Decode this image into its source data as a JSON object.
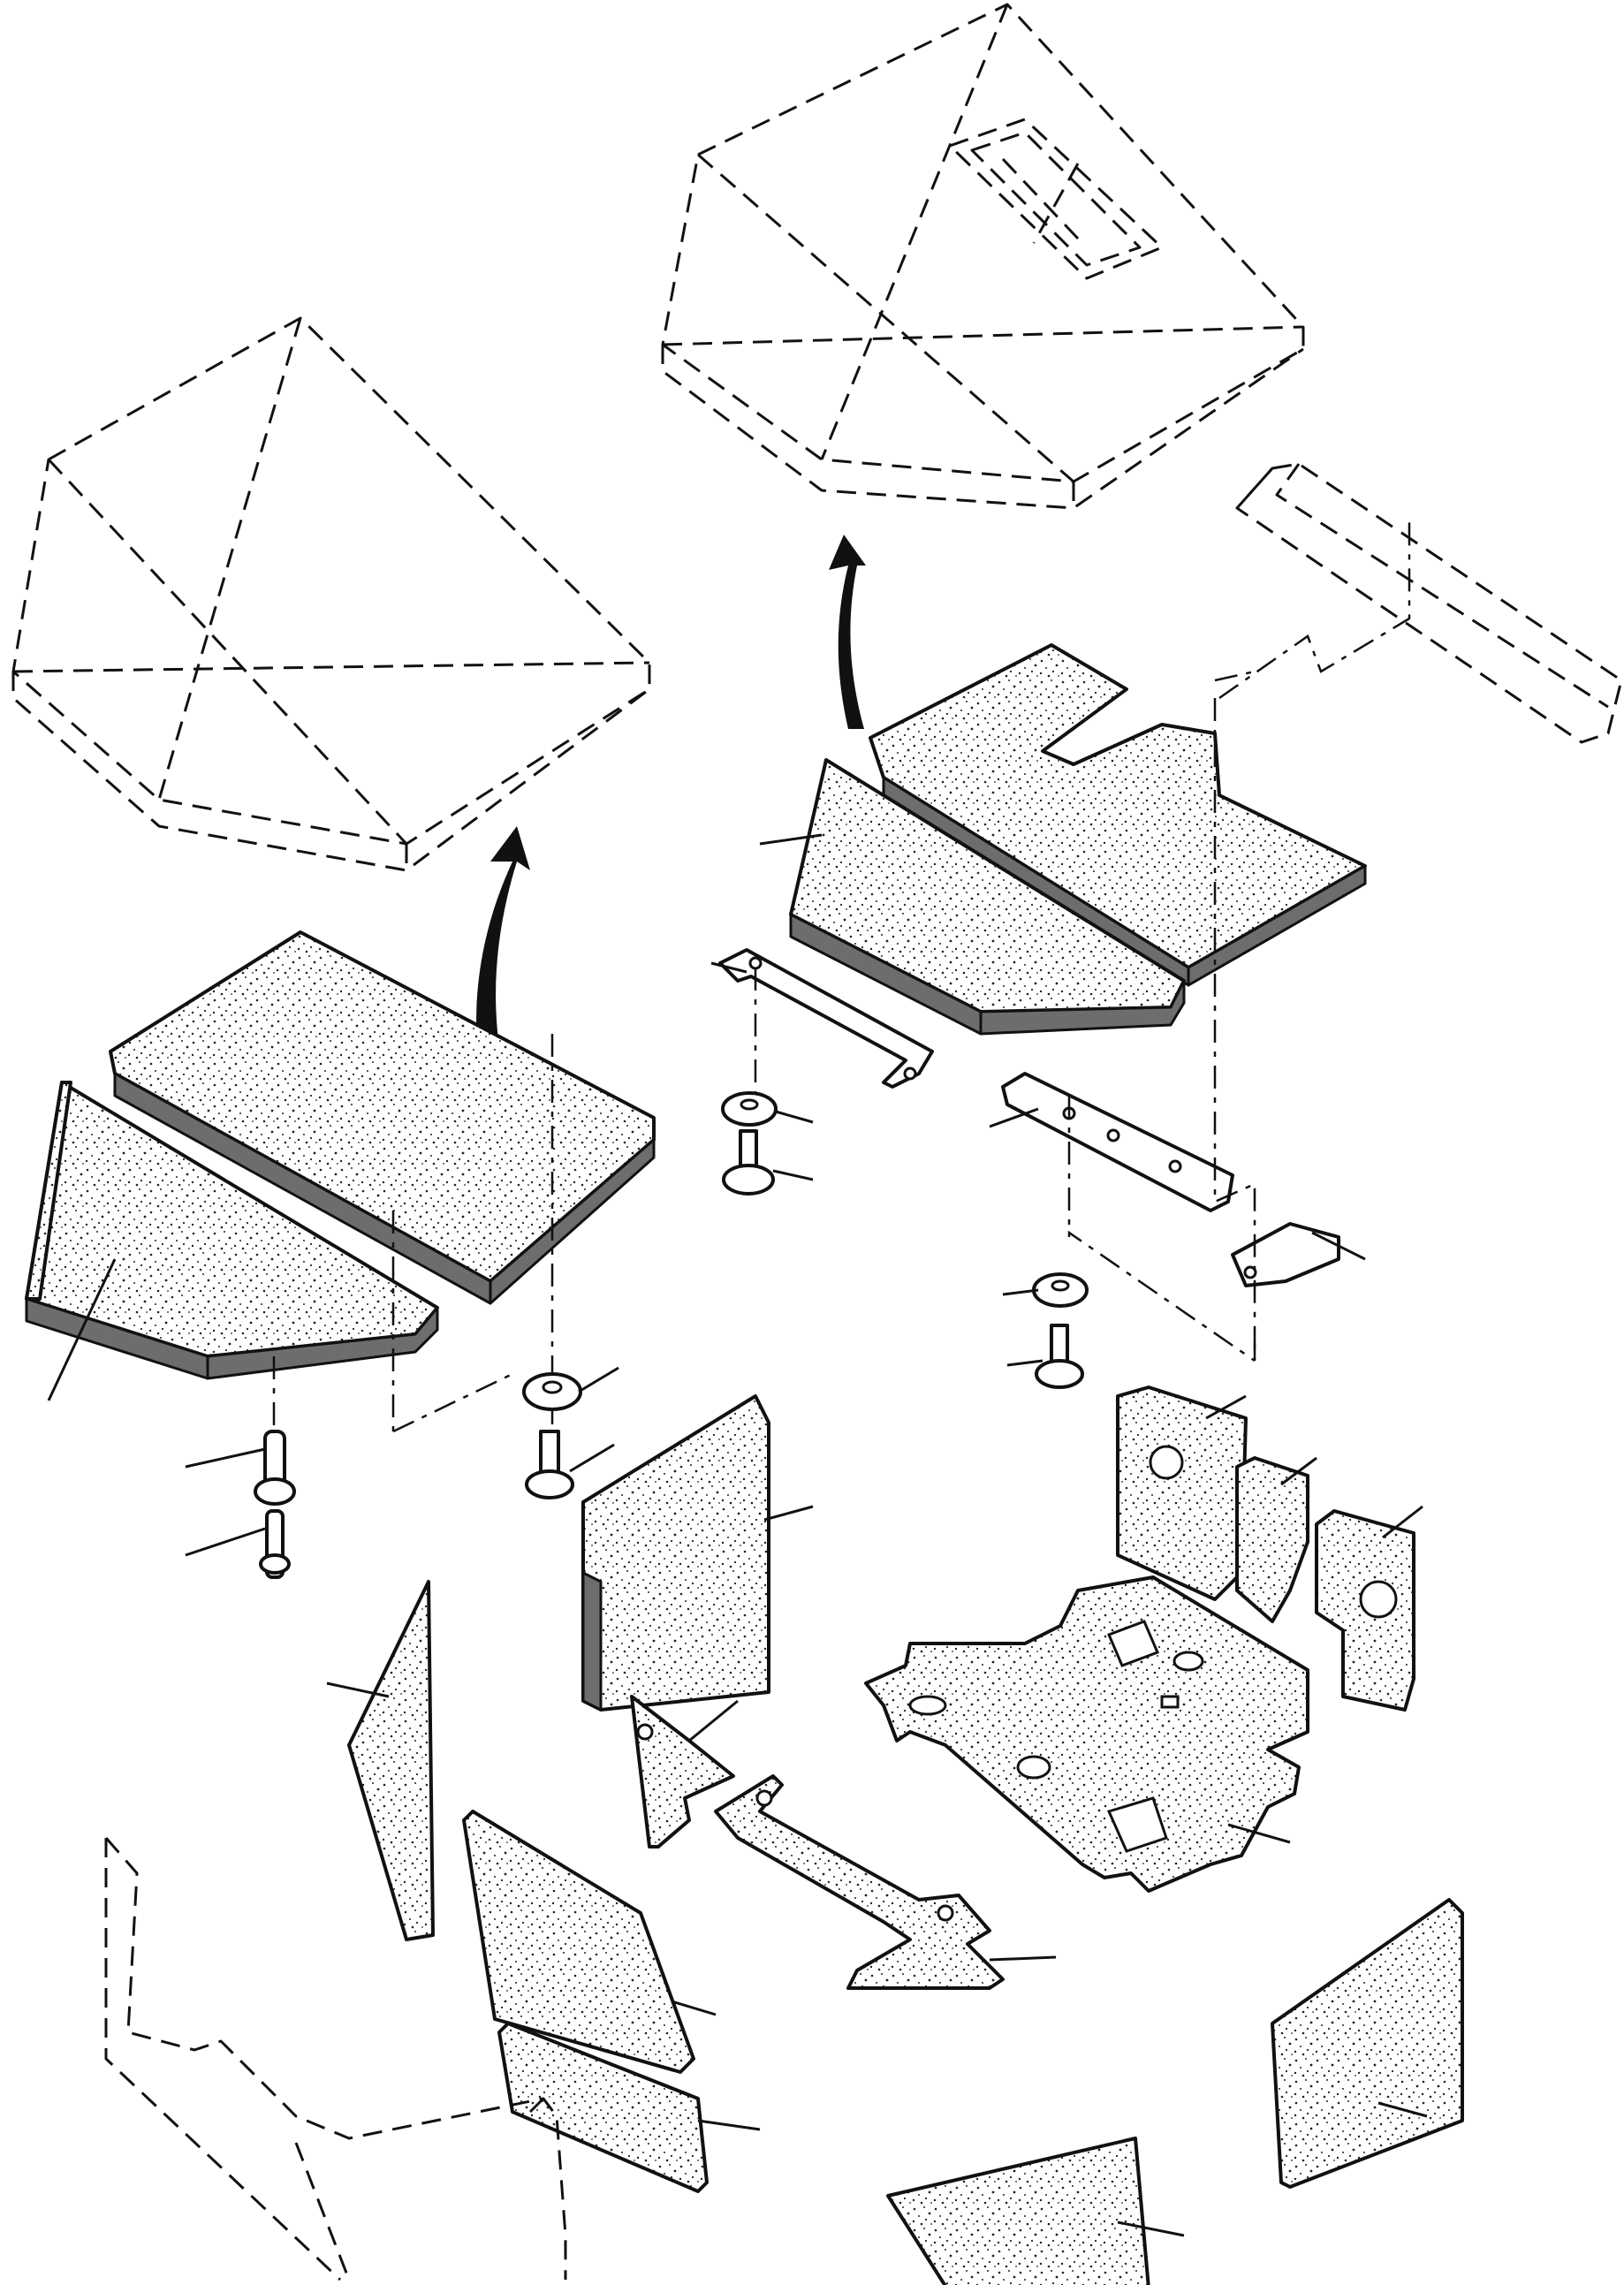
{
  "figure": {
    "kind": "exploded-parts-diagram",
    "colors": {
      "ink": "#111111",
      "background": "#ffffff",
      "foam_fill": "#d9d9d9"
    },
    "parts": [
      {
        "name": "left-roof-liner"
      },
      {
        "name": "left-front-liner"
      },
      {
        "name": "right-roof-liner"
      },
      {
        "name": "right-front-liner"
      },
      {
        "name": "mounting-bracket-left"
      },
      {
        "name": "mounting-bracket-center"
      },
      {
        "name": "mounting-bracket-small"
      },
      {
        "name": "washer"
      },
      {
        "name": "screw"
      },
      {
        "name": "push-rivet"
      },
      {
        "name": "pin"
      },
      {
        "name": "floor-mat"
      },
      {
        "name": "side-panels"
      },
      {
        "name": "rear-pads"
      }
    ]
  }
}
